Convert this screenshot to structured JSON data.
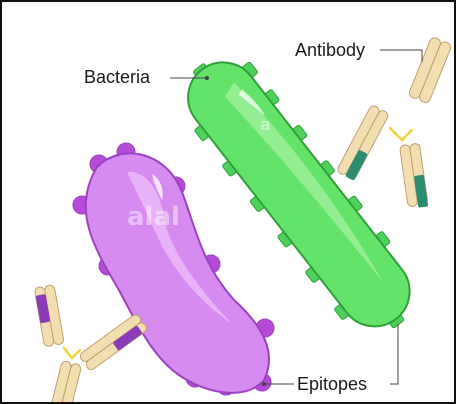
{
  "labels": {
    "bacteria": "Bacteria",
    "antibody": "Antibody",
    "epitopes": "Epitopes"
  },
  "watermark": {
    "primary": "alal",
    "secondary": "a"
  },
  "colors": {
    "green_bacterium_fill": "#64e36a",
    "green_bacterium_stroke": "#2f9e3a",
    "green_highlight": "#b8f5b4",
    "green_epitope": "#4ed15a",
    "purple_bacterium_fill": "#d58bef",
    "purple_bacterium_stroke": "#9b42c2",
    "purple_highlight": "#f1cffc",
    "purple_epitope": "#b64ad8",
    "antibody_fill": "#f3deb2",
    "antibody_stroke": "#c0a070",
    "antibody_teal": "#2b8c6e",
    "antibody_purple": "#8a3bb5",
    "hinge_yellow": "#f0d33a",
    "leader_line": "#444444"
  }
}
